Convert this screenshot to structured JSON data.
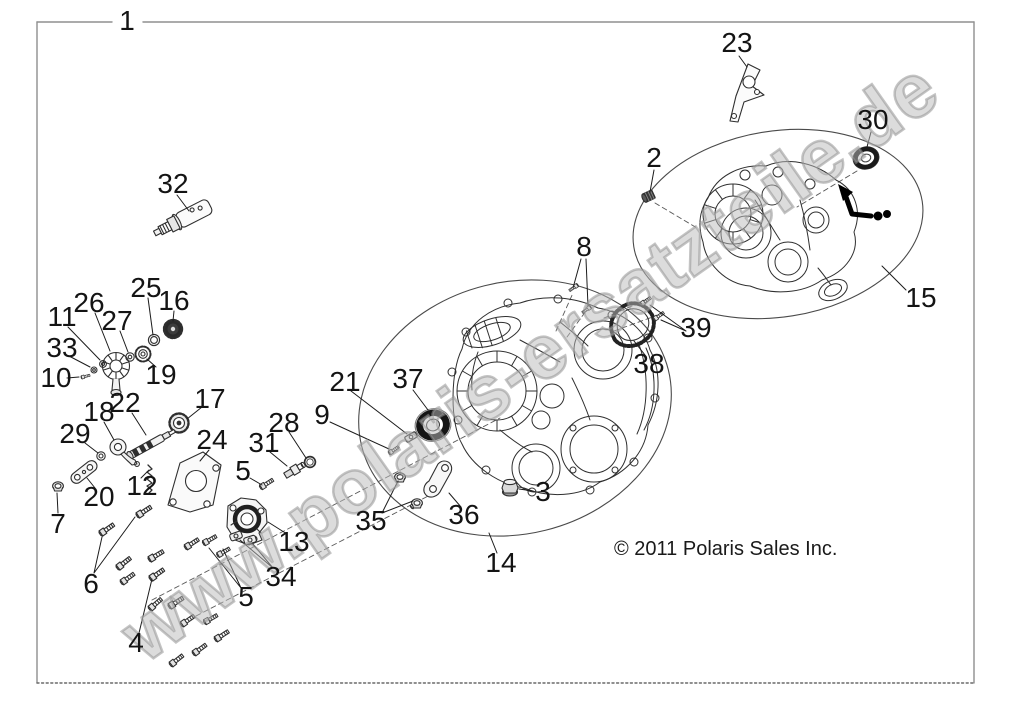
{
  "figure": {
    "watermark": "www.polaris-ersatzteile.de",
    "copyright": "© 2011 Polaris Sales Inc.",
    "callouts": {
      "c1": "1",
      "c2": "2",
      "c3": "3",
      "c4": "4",
      "c5a": "5",
      "c5b": "5",
      "c6": "6",
      "c7": "7",
      "c8": "8",
      "c9": "9",
      "c10": "10",
      "c11": "11",
      "c12": "12",
      "c13": "13",
      "c14": "14",
      "c15": "15",
      "c16": "16",
      "c17": "17",
      "c18": "18",
      "c19": "19",
      "c20": "20",
      "c21": "21",
      "c22": "22",
      "c23": "23",
      "c24": "24",
      "c25": "25",
      "c26": "26",
      "c27": "27",
      "c28": "28",
      "c29": "29",
      "c30": "30",
      "c31": "31",
      "c32": "32",
      "c33": "33",
      "c34": "34",
      "c35": "35",
      "c36": "36",
      "c37": "37",
      "c38": "38",
      "c39": "39"
    }
  }
}
